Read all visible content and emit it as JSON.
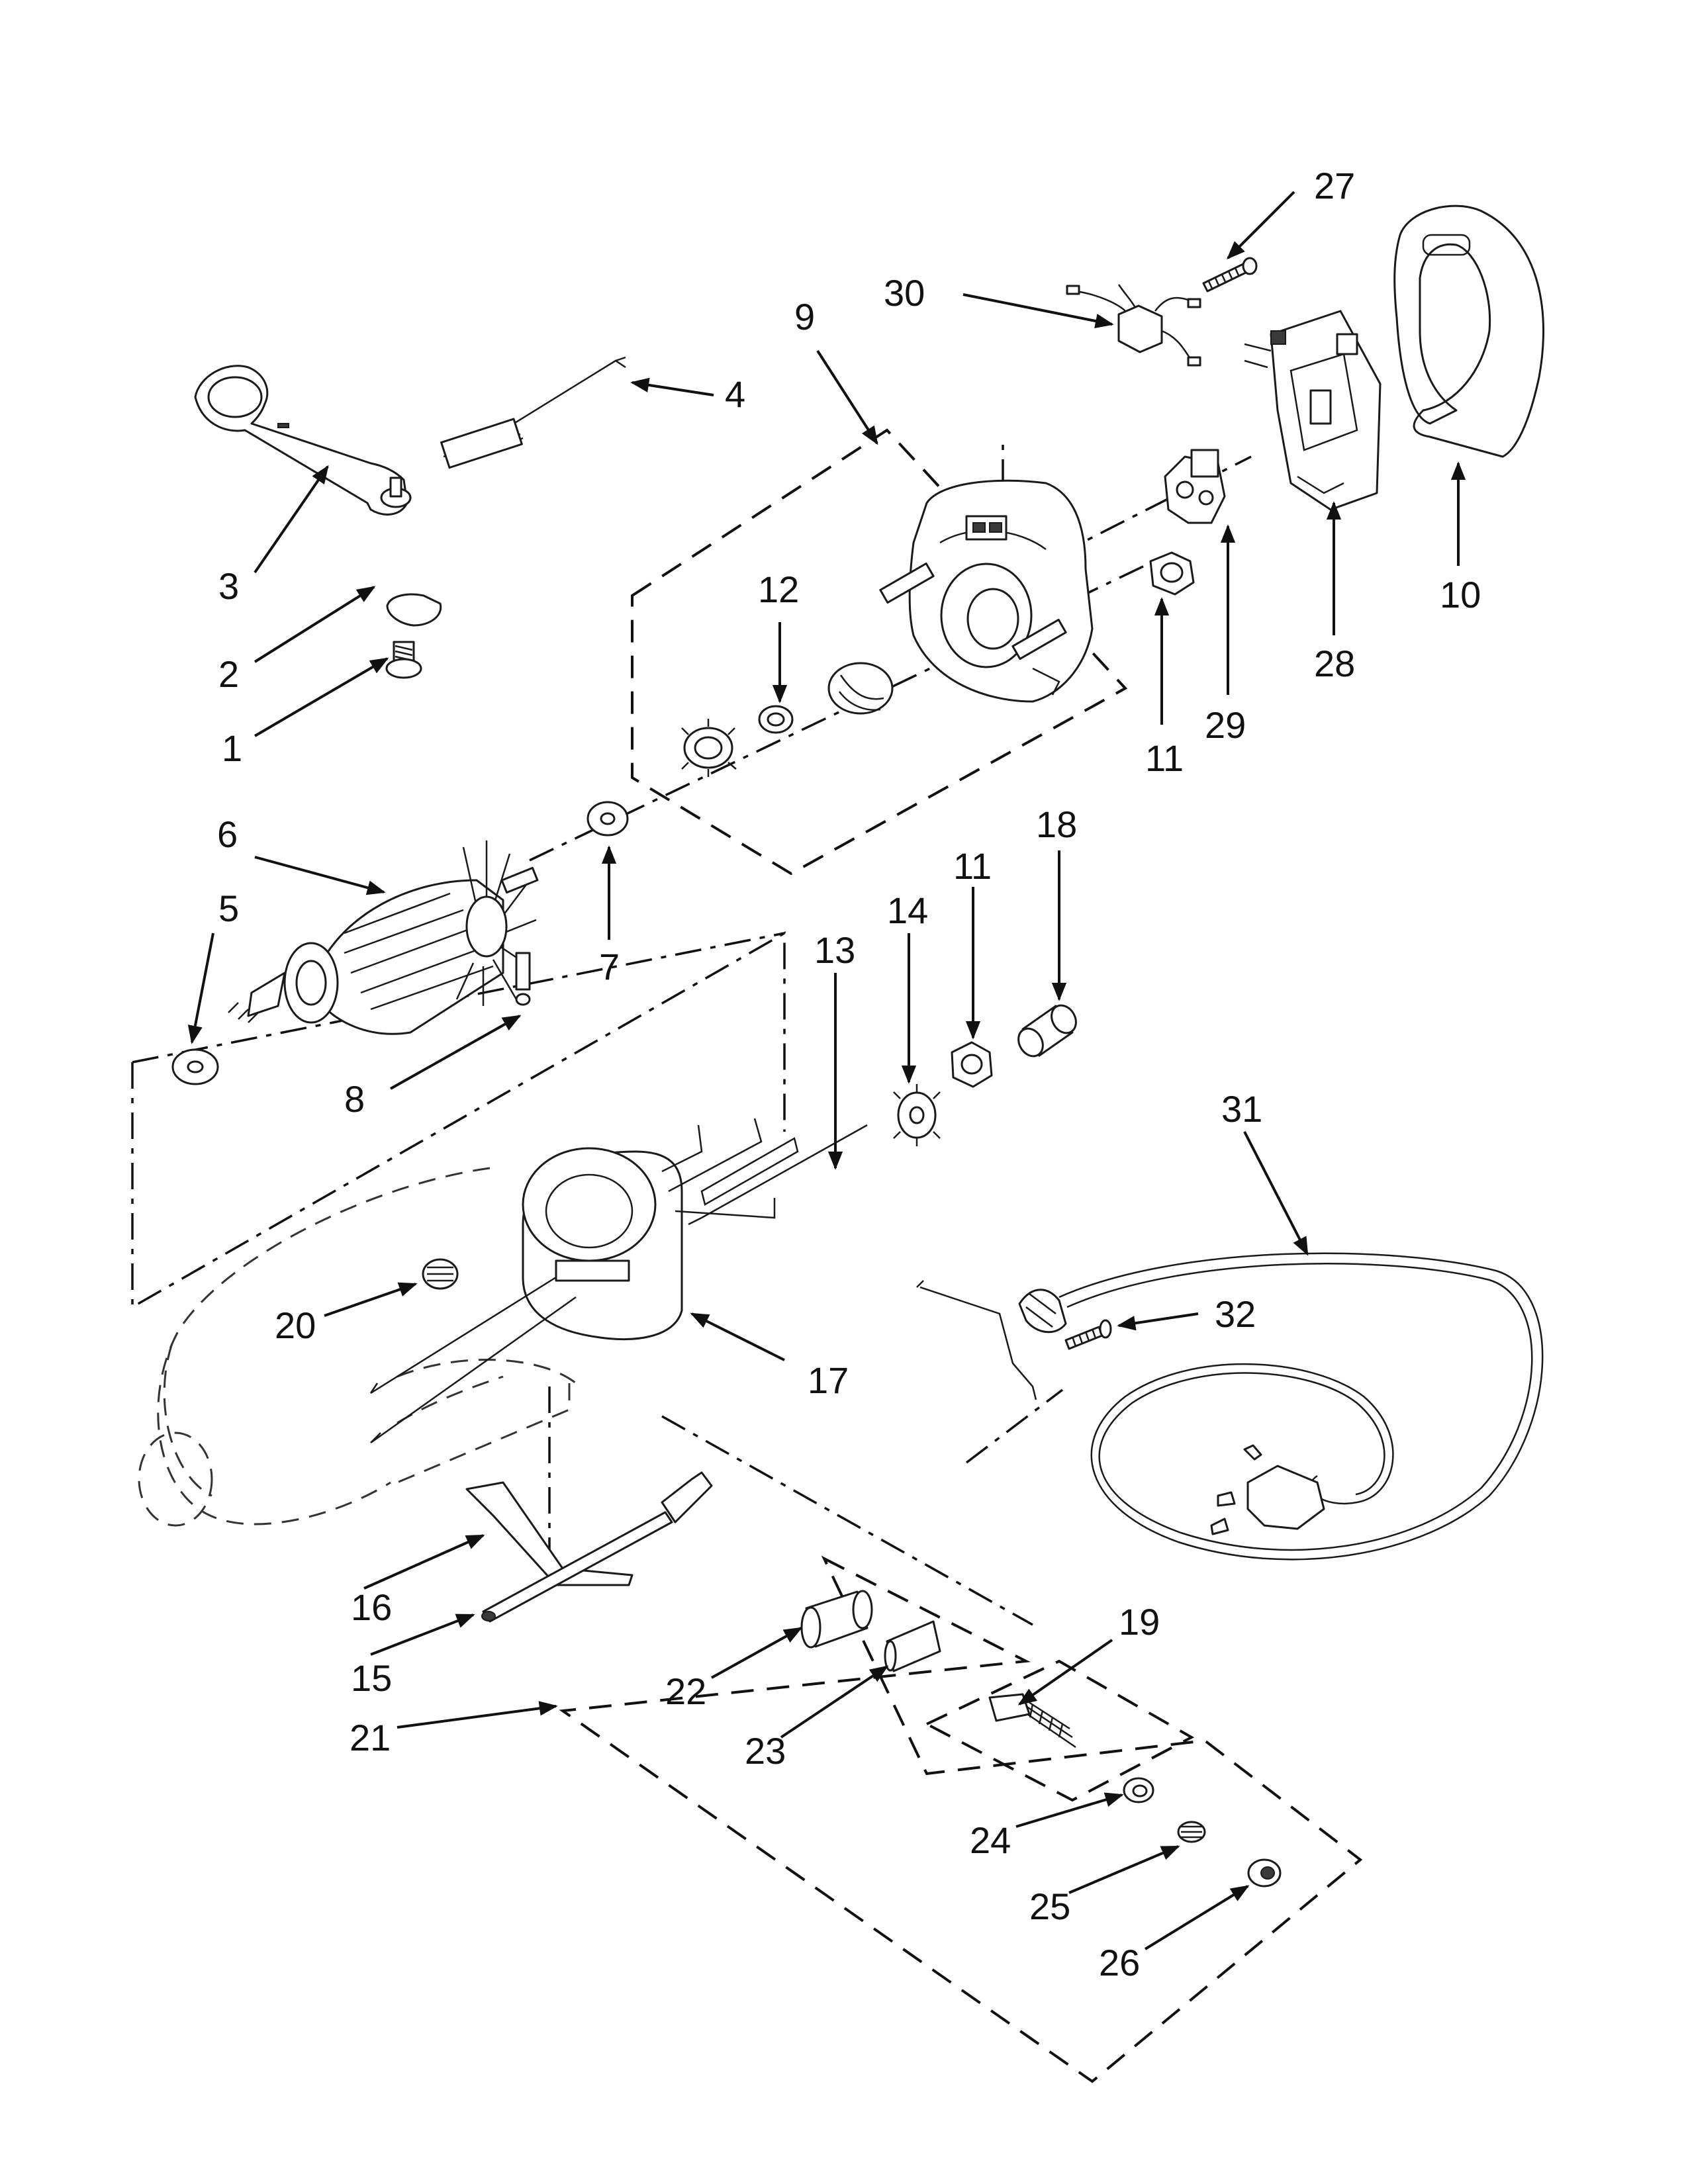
{
  "callouts": {
    "c1": "1",
    "c2": "2",
    "c3": "3",
    "c4": "4",
    "c5": "5",
    "c6": "6",
    "c7": "7",
    "c8": "8",
    "c9": "9",
    "c10": "10",
    "c11a": "11",
    "c11b": "11",
    "c12": "12",
    "c13": "13",
    "c14": "14",
    "c15": "15",
    "c16": "16",
    "c17": "17",
    "c18": "18",
    "c19": "19",
    "c20": "20",
    "c21": "21",
    "c22": "22",
    "c23": "23",
    "c24": "24",
    "c25": "25",
    "c26": "26",
    "c27": "27",
    "c28": "28",
    "c29": "29",
    "c30": "30",
    "c31": "31",
    "c32": "32"
  }
}
